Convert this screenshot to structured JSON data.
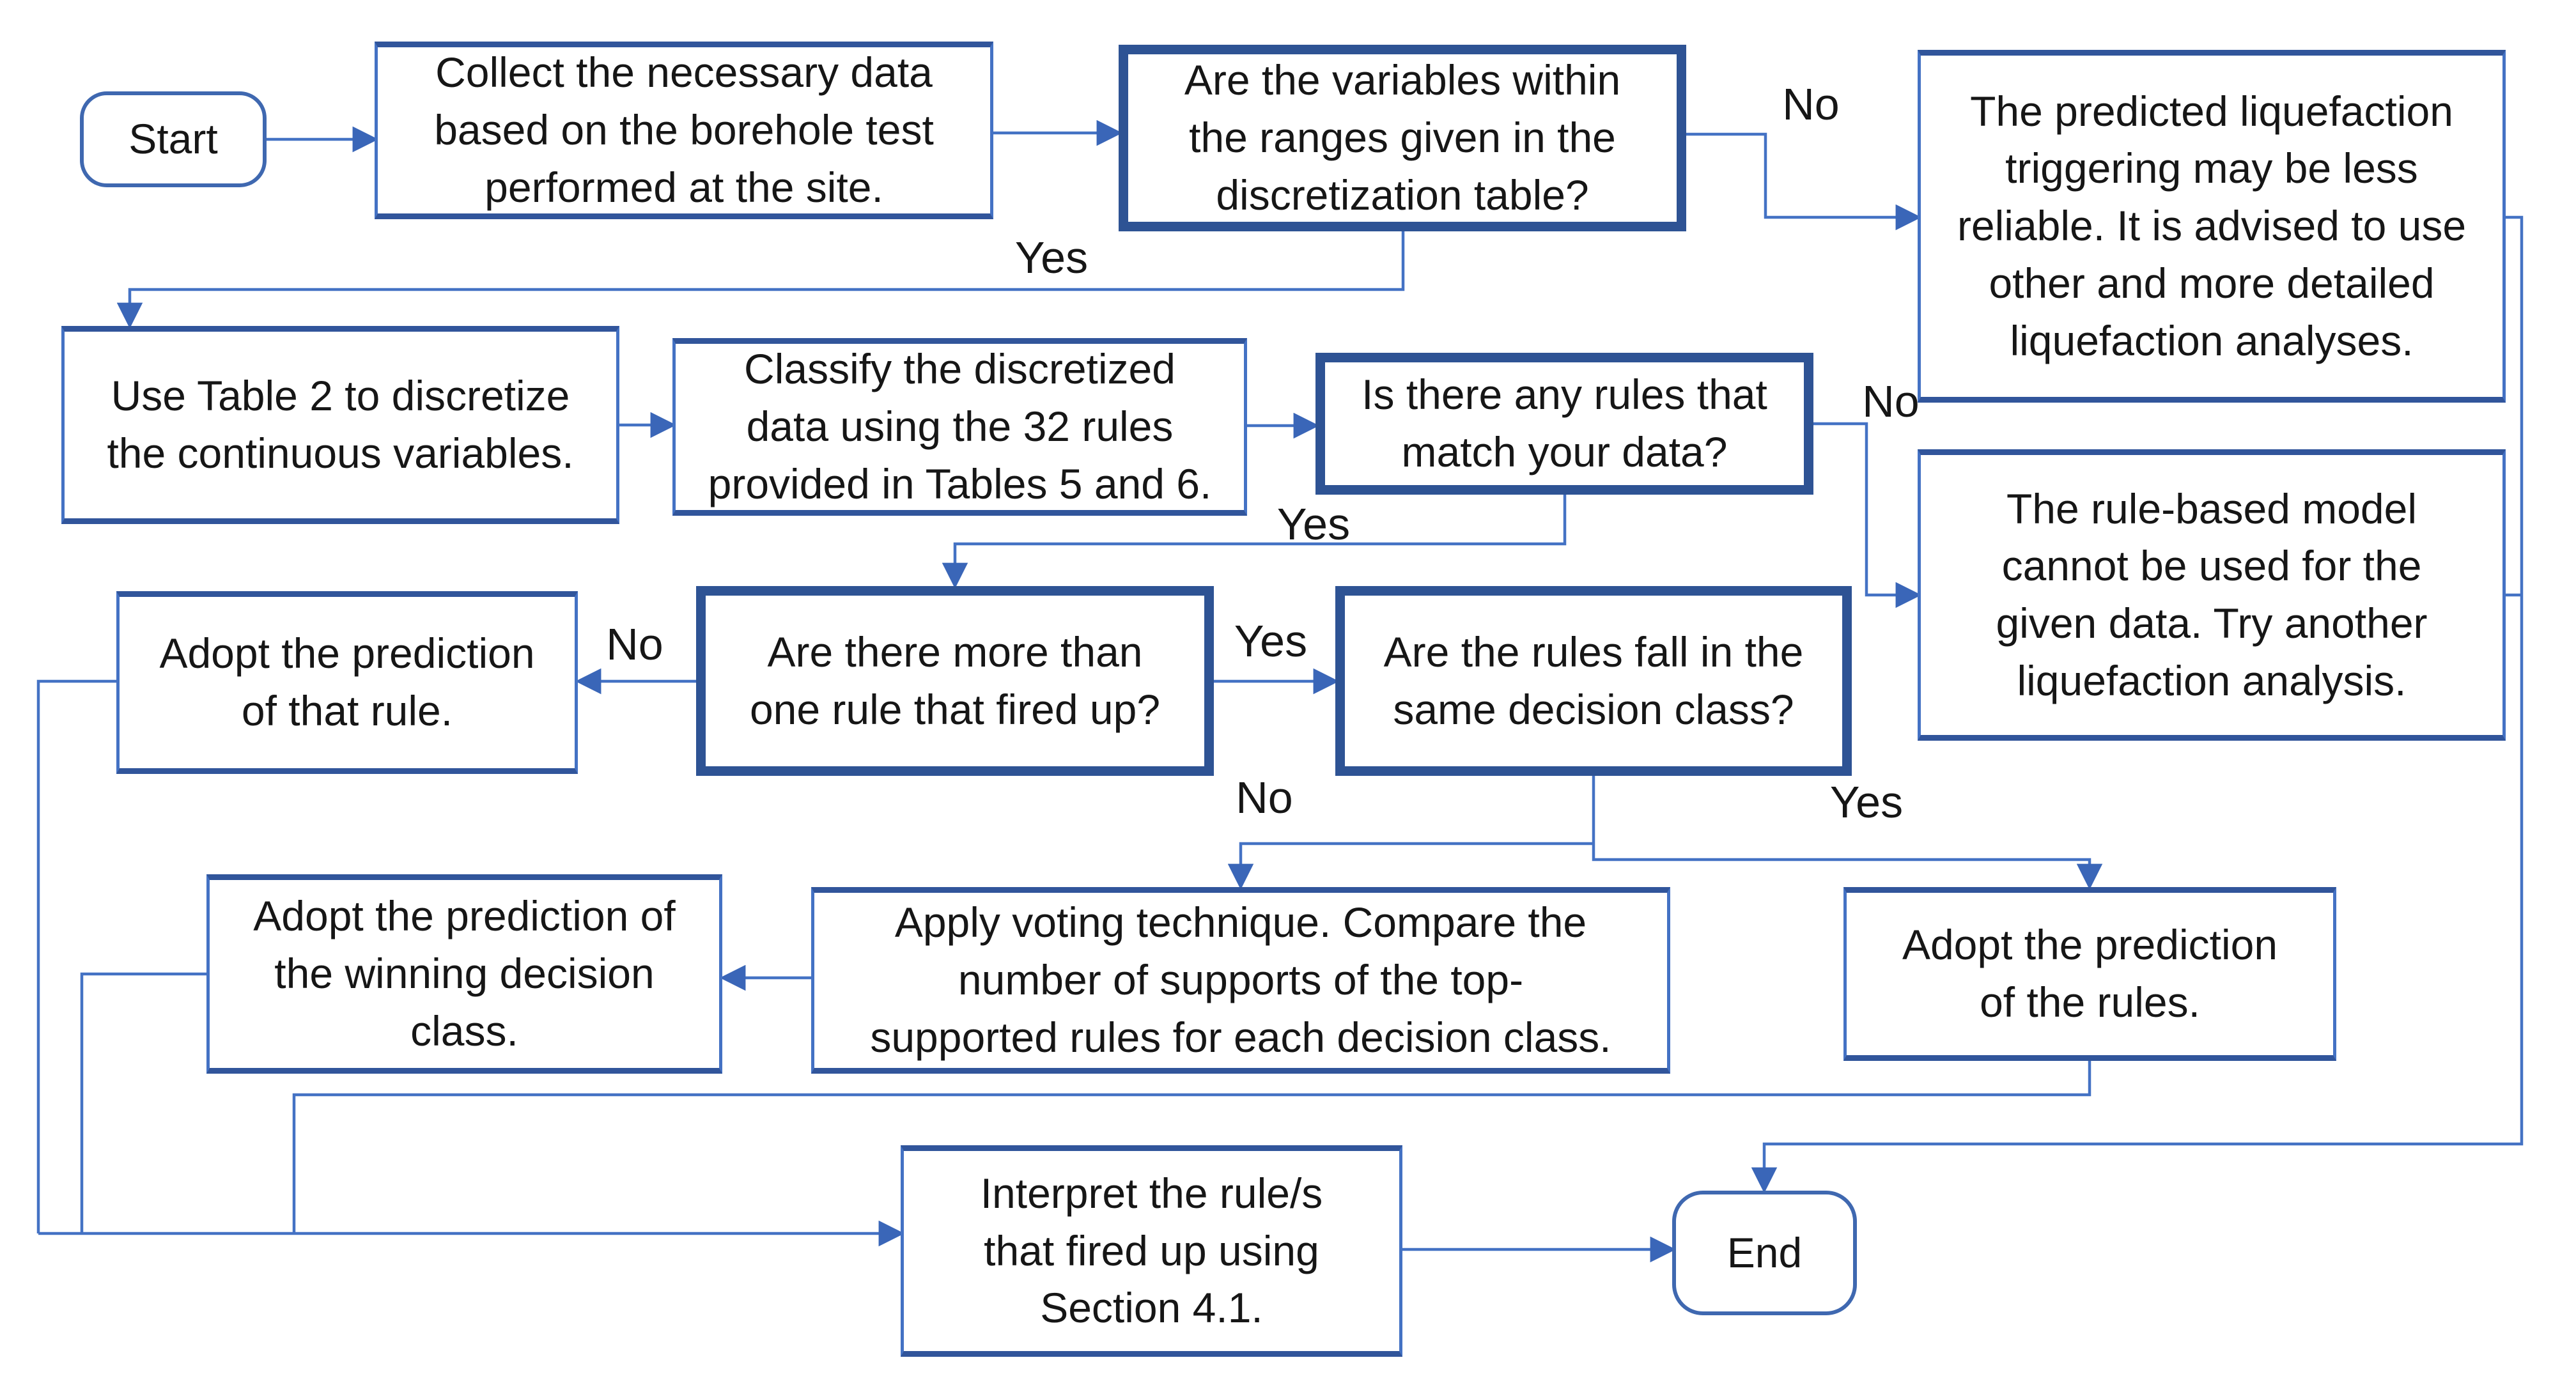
{
  "diagram": {
    "type": "flowchart",
    "topic": "Rule-based liquefaction triggering prediction procedure",
    "colors": {
      "background": "#ffffff",
      "connector_line": "#4472c4",
      "arrowhead": "#3a66b8",
      "process_border": "#4472c4",
      "process_border_accent": "#31559b",
      "decision_border": "#2e5394",
      "terminal_border": "#3f68b0",
      "text": "#161616"
    },
    "nodes": {
      "start": {
        "label": "Start"
      },
      "collect": {
        "text": "Collect the necessary data\nbased on the borehole test\nperformed at the site."
      },
      "range_check": {
        "text": "Are the variables within\nthe ranges given in the\ndiscretization table?"
      },
      "less_reliable": {
        "text": "The predicted liquefaction\ntriggering may be less\nreliable. It is advised to use\nother and more detailed\nliquefaction analyses."
      },
      "use_table2": {
        "text": "Use Table 2 to discretize\nthe continuous variables."
      },
      "classify": {
        "text": "Classify the discretized\ndata using the 32 rules\nprovided in Tables 5 and 6."
      },
      "rule_match": {
        "text": "Is there any rules that\nmatch your data?"
      },
      "model_unusable": {
        "text": "The rule-based model\ncannot be used for the\ngiven data. Try another\nliquefaction analysis."
      },
      "adopt_that_rule": {
        "text": "Adopt the prediction\nof that rule."
      },
      "multiple_rules": {
        "text": "Are there more than\none rule that fired up?"
      },
      "same_class": {
        "text": "Are the rules fall in the\nsame decision class?"
      },
      "adopt_winning": {
        "text": "Adopt the prediction of\nthe winning decision\nclass."
      },
      "voting": {
        "text": "Apply voting technique. Compare the\nnumber of supports of the top-\nsupported rules for each decision class."
      },
      "adopt_rules": {
        "text": "Adopt the prediction\nof the rules."
      },
      "interpret": {
        "text": "Interpret the rule/s\nthat fired up using\nSection 4.1."
      },
      "end": {
        "label": "End"
      }
    },
    "edge_labels": {
      "range_no": "No",
      "range_yes": "Yes",
      "match_no": "No",
      "match_yes": "Yes",
      "multiple_no": "No",
      "multiple_yes": "Yes",
      "same_no": "No",
      "same_yes": "Yes"
    }
  }
}
